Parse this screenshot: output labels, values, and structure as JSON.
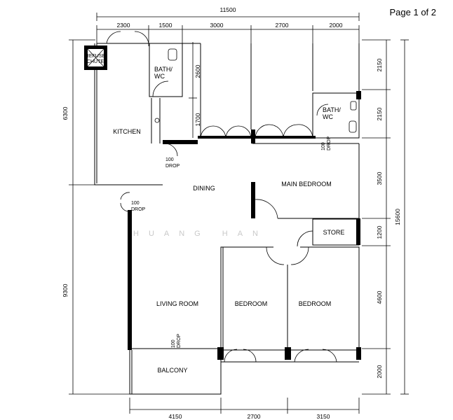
{
  "page_label": "Page 1 of 2",
  "watermark": "HUANG HAN",
  "dimensions": {
    "overall_width": "11500",
    "top": [
      "2300",
      "1500",
      "3000",
      "2700",
      "2000"
    ],
    "bottom": [
      "4150",
      "2700",
      "3150"
    ],
    "left": [
      "6300",
      "9300"
    ],
    "right": [
      "2150",
      "2150",
      "3500",
      "1200",
      "4600",
      "2000"
    ],
    "overall_height": "15600",
    "bath1_height": "2600",
    "kitchen_corridor": "1700"
  },
  "rooms": {
    "refuse_chute_line1": "REFUSE",
    "refuse_chute_line2": "CHUTE",
    "bath1_line1": "BATH/",
    "bath1_line2": "WC",
    "bath2_line1": "BATH/",
    "bath2_line2": "WC",
    "kitchen": "KITCHEN",
    "dining": "DINING",
    "main_bedroom": "MAIN BEDROOM",
    "store": "STORE",
    "living_room": "LIVING ROOM",
    "bedroom1": "BEDROOM",
    "bedroom2": "BEDROOM",
    "balcony": "BALCONY"
  },
  "drops": {
    "kitchen_num": "100",
    "kitchen_word": "DROP",
    "entry_num": "100",
    "entry_word": "DROP",
    "bath2_num": "100",
    "bath2_word": "DROP",
    "living_num": "100",
    "living_word": "DROP"
  }
}
